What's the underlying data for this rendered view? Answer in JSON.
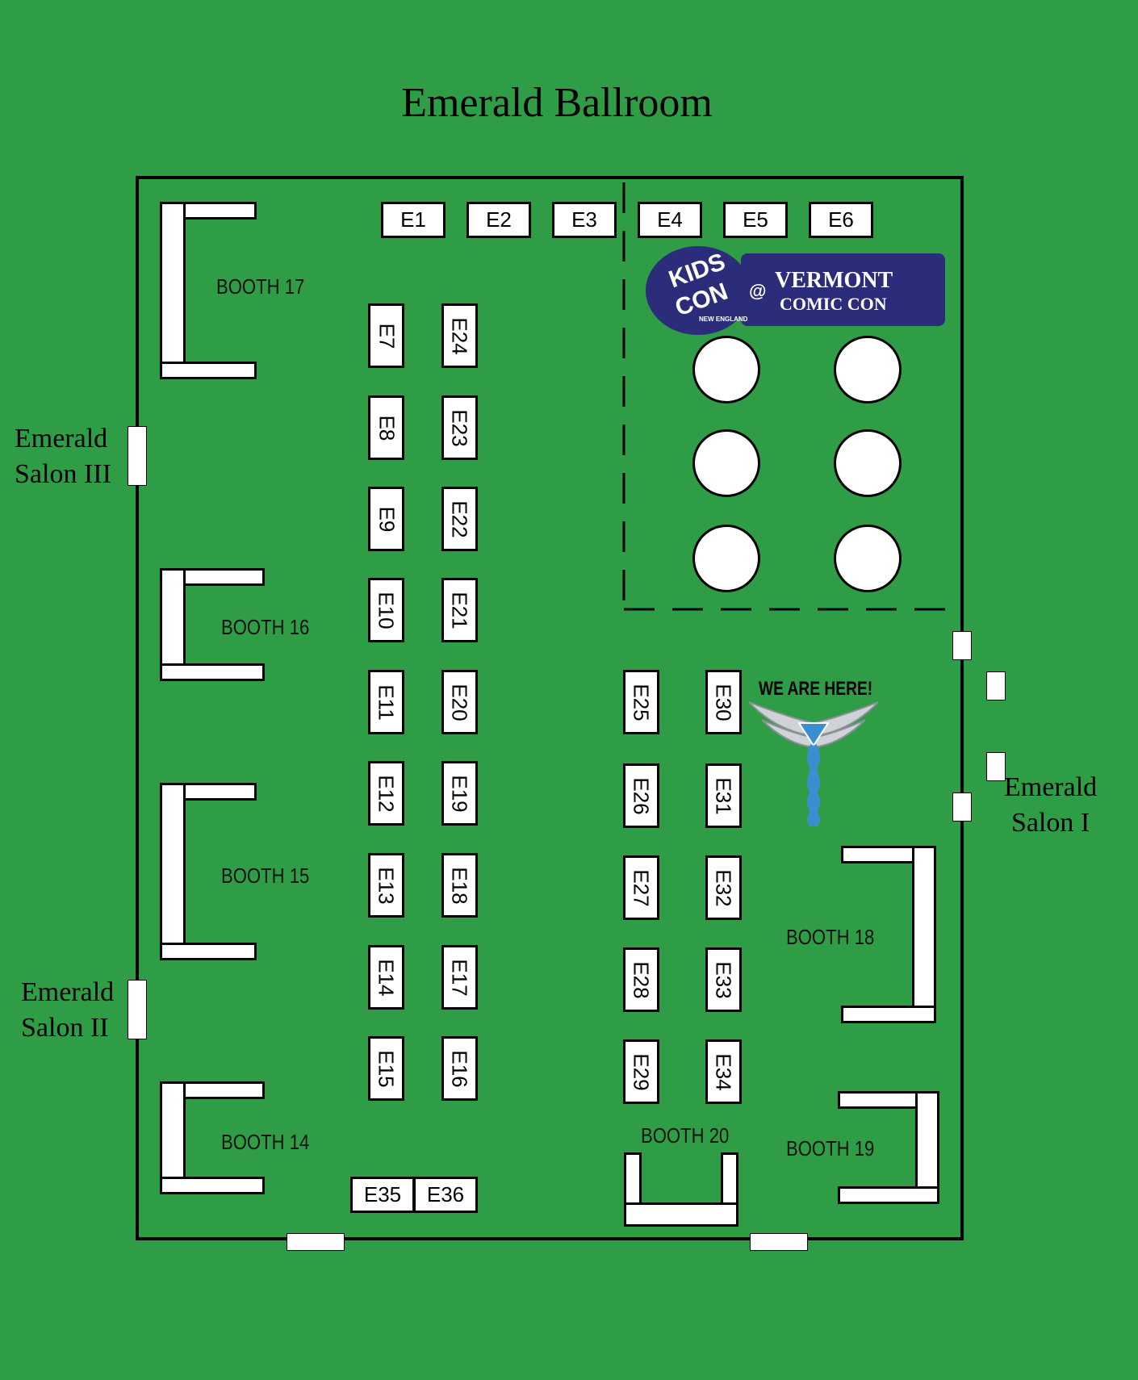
{
  "title": "Emerald Ballroom",
  "salons": {
    "salon3": [
      "Emerald",
      "Salon III"
    ],
    "salon2": [
      "Emerald",
      "Salon II"
    ],
    "salon1": [
      "Emerald",
      "Salon I"
    ]
  },
  "tables_top": [
    "E1",
    "E2",
    "E3",
    "E4",
    "E5",
    "E6"
  ],
  "tables_col1": [
    "E7",
    "E8",
    "E9",
    "E10",
    "E11",
    "E12",
    "E13",
    "E14",
    "E15"
  ],
  "tables_col2": [
    "E24",
    "E23",
    "E22",
    "E21",
    "E20",
    "E19",
    "E18",
    "E17",
    "E16"
  ],
  "tables_col3": [
    "E25",
    "E26",
    "E27",
    "E28",
    "E29"
  ],
  "tables_col4": [
    "E30",
    "E31",
    "E32",
    "E33",
    "E34"
  ],
  "tables_bottom": [
    "E35",
    "E36"
  ],
  "booths": {
    "b17": "BOOTH 17",
    "b16": "BOOTH 16",
    "b15": "BOOTH 15",
    "b14": "BOOTH 14",
    "b18": "BOOTH 18",
    "b19": "BOOTH 19",
    "b20": "BOOTH 20"
  },
  "logo": {
    "kids": "KIDS",
    "con": "CON",
    "new_england": "NEW ENGLAND",
    "at": "@",
    "vermont": "VERMONT",
    "comic_con": "COMIC CON"
  },
  "we_are_here": "WE ARE HERE!",
  "colors": {
    "background": "#2f9c46",
    "logo_navy": "#2b2d7a",
    "marker_blue": "#3b8fd0"
  }
}
